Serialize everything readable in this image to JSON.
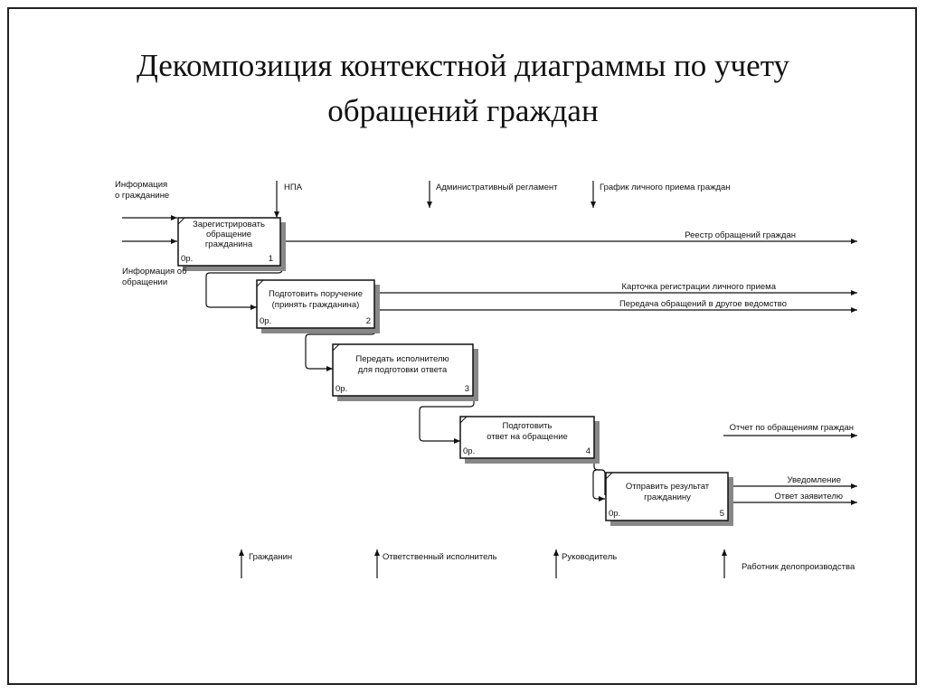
{
  "title": {
    "line1": "Декомпозиция контекстной диаграммы по учету",
    "line2": "обращений граждан"
  },
  "inputs": {
    "info_citizen_l1": "Информация",
    "info_citizen_l2": "о гражданине",
    "info_appeal_l1": "Информация об",
    "info_appeal_l2": "обращении"
  },
  "controls": {
    "npa": "НПА",
    "admin_reg": "Административный регламент",
    "schedule": "График личного приема граждан"
  },
  "outputs": {
    "registry": "Реестр обращений граждан",
    "card": "Карточка регистрации личного приема",
    "transfer": "Передача обращений в другое ведомство",
    "report": "Отчет по обращениям граждан",
    "notification": "Уведомление",
    "answer": "Ответ заявителю"
  },
  "mechanisms": {
    "citizen": "Гражданин",
    "executor": "Ответственный исполнитель",
    "manager": "Руководитель",
    "clerk": "Работник делопроизводства"
  },
  "boxes": [
    {
      "l1": "Зарегистрировать",
      "l2": "обращение",
      "l3": "гражданина",
      "cost": "0р.",
      "num": "1"
    },
    {
      "l1": "Подготовить поручение",
      "l2": "(принять гражданина)",
      "l3": "",
      "cost": "0р.",
      "num": "2"
    },
    {
      "l1": "Передать исполнителю",
      "l2": "для подготовки ответа",
      "l3": "",
      "cost": "0р.",
      "num": "3"
    },
    {
      "l1": "Подготовить",
      "l2": "ответ на обращение",
      "l3": "",
      "cost": "0р.",
      "num": "4"
    },
    {
      "l1": "Отправить результат",
      "l2": "гражданину",
      "l3": "",
      "cost": "0р.",
      "num": "5"
    }
  ]
}
